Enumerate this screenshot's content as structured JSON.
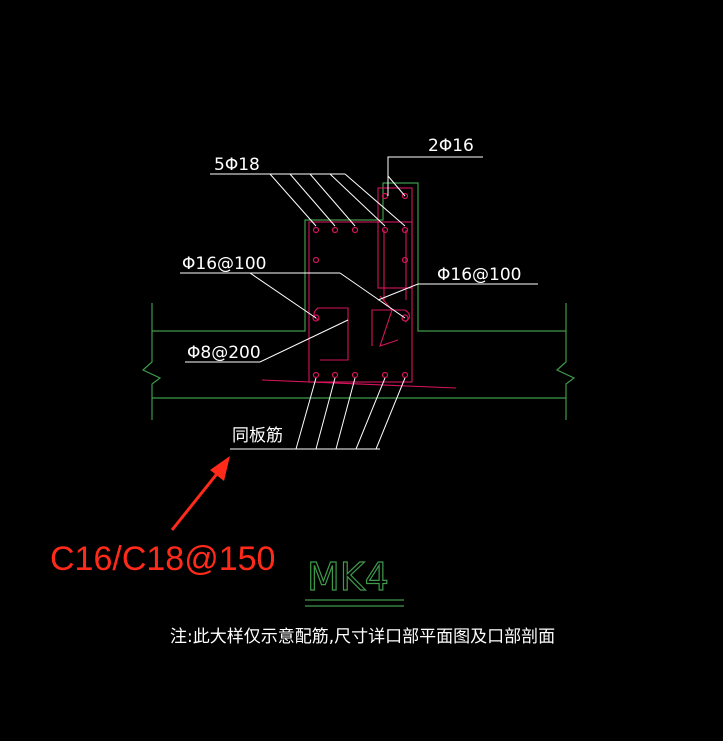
{
  "drawing": {
    "labels": {
      "top_bars": "5Φ18",
      "corner_bars": "2Φ16",
      "left_stirrup": "Φ16@100",
      "right_stirrup": "Φ16@100",
      "tie": "Φ8@200",
      "slab_bars": "同板筋"
    },
    "annotation": "C16/C18@150",
    "title": "MK4",
    "note": "注:此大样仅示意配筋,尺寸详口部平面图及口部剖面"
  },
  "colors": {
    "background": "#000000",
    "concrete_outline": "#3f9a4a",
    "rebar": "#d4145a",
    "leader": "#ffffff",
    "annotation": "#ff2a1a"
  }
}
